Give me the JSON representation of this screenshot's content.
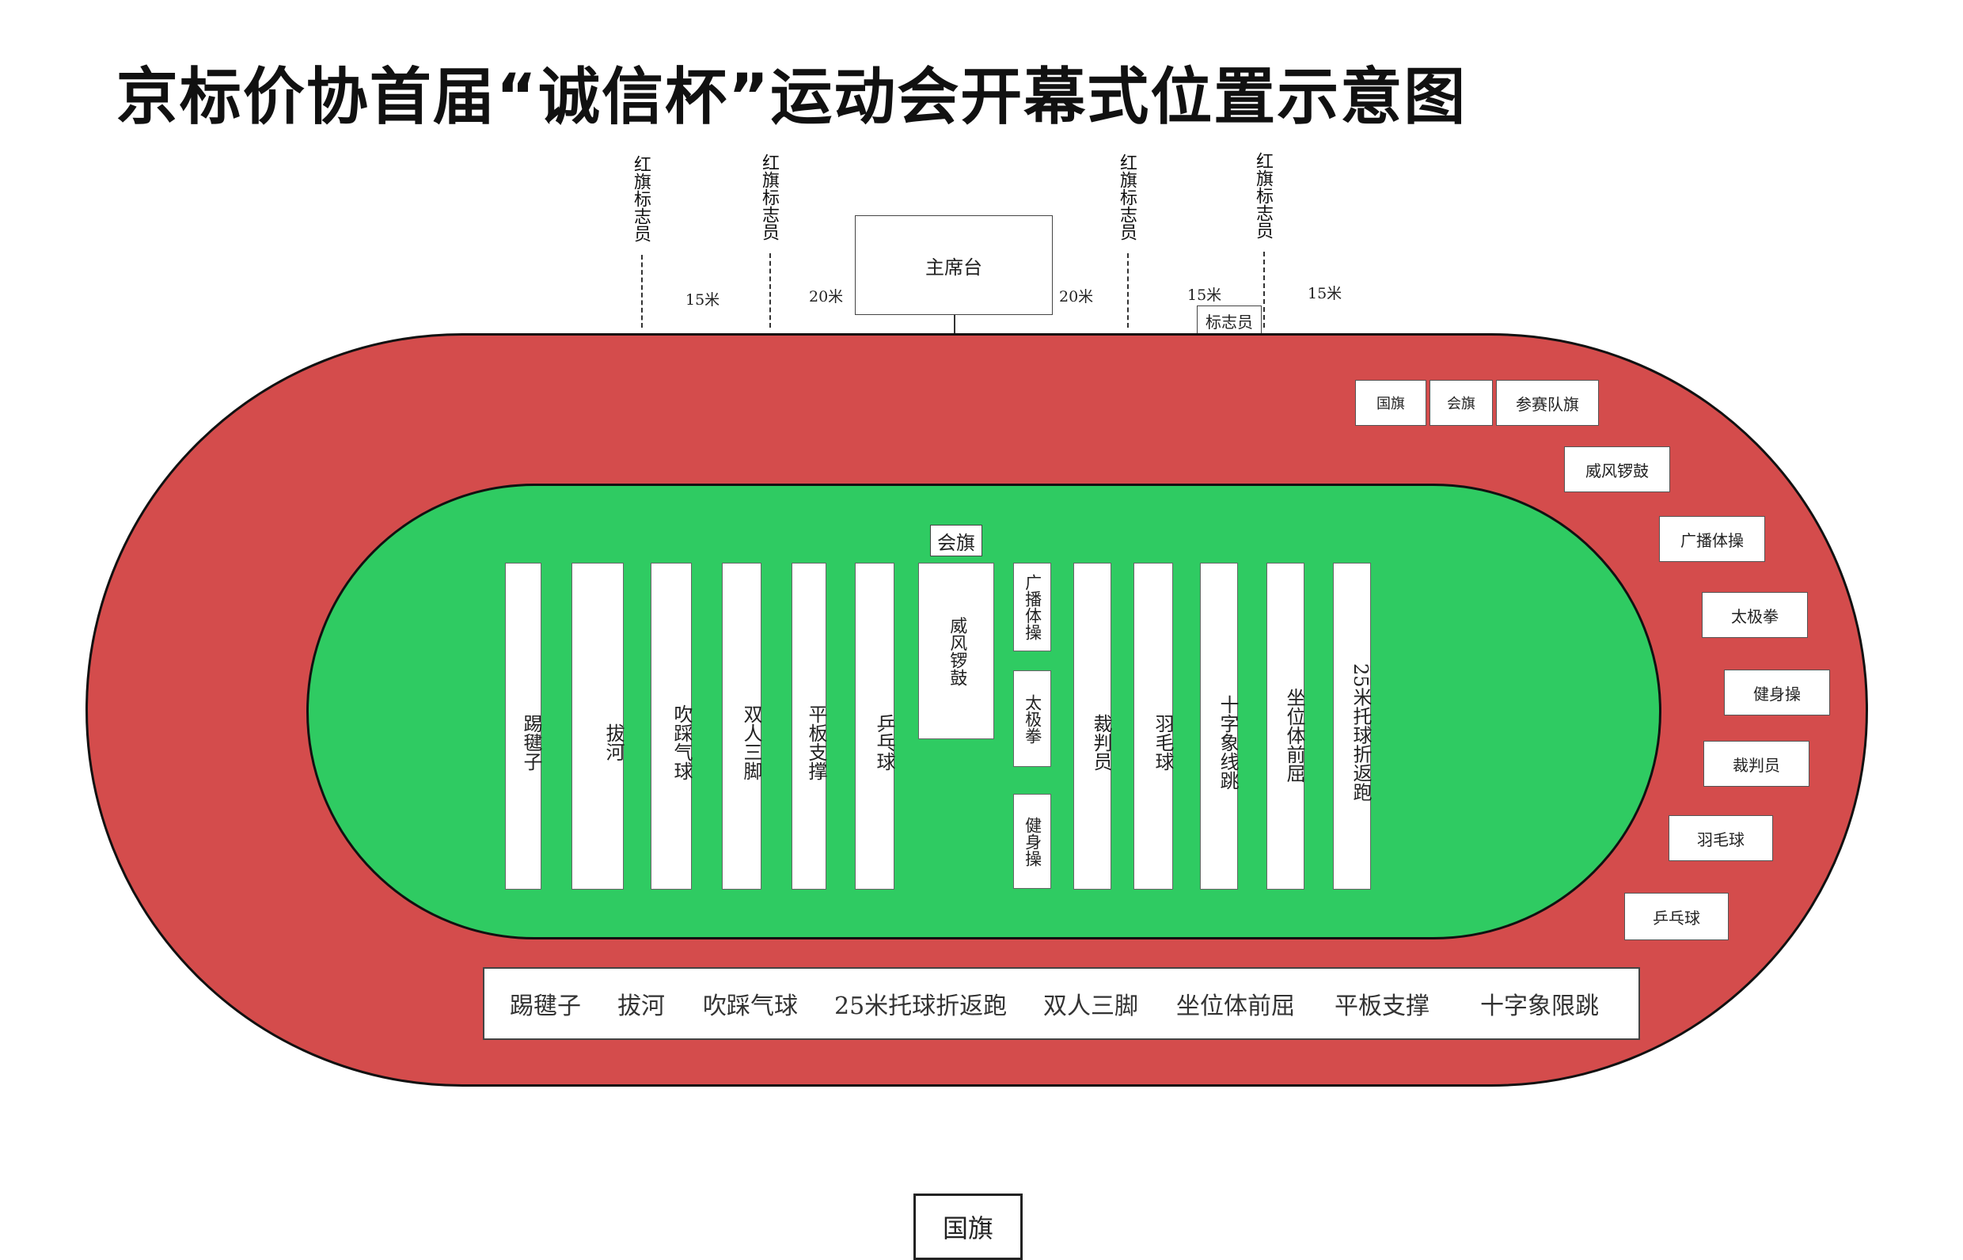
{
  "title": "京标价协首届“诚信杯”运动会开幕式位置示意图",
  "top": {
    "flagmen": [
      "红旗标志员",
      "红旗标志员",
      "红旗标志员",
      "红旗标志员"
    ],
    "distances": [
      "15米",
      "20米",
      "20米",
      "15米",
      "15米"
    ],
    "rostrum": "主席台",
    "marker": "标志员"
  },
  "field": {
    "hui_qi": "会旗",
    "columns": [
      "踢毽子",
      "拔河",
      "吹踩气球",
      "双人三脚",
      "平板支撑",
      "乒乓球"
    ],
    "weifeng": "威风锣鼓",
    "small_stack": [
      "广播体操",
      "太极拳",
      "健身操"
    ],
    "columns_right": [
      "裁判员",
      "羽毛球",
      "十字象线跳",
      "坐位体前屈",
      "25米托球折返跑"
    ]
  },
  "right_track": {
    "flags": [
      "国旗",
      "会旗",
      "参赛队旗"
    ],
    "items": [
      "威风锣鼓",
      "广播体操",
      "太极拳",
      "健身操",
      "裁判员",
      "羽毛球",
      "乒乓球"
    ]
  },
  "bottom_bar": {
    "items": [
      "踢毽子",
      "拔河",
      "吹踩气球",
      "25米托球折返跑",
      "双人三脚",
      "坐位体前屈",
      "平板支撑",
      "十字象限跳"
    ]
  },
  "national_flag": "国旗",
  "colors": {
    "track": "#d44c4c",
    "field": "#2fcb62",
    "border": "#111111"
  }
}
